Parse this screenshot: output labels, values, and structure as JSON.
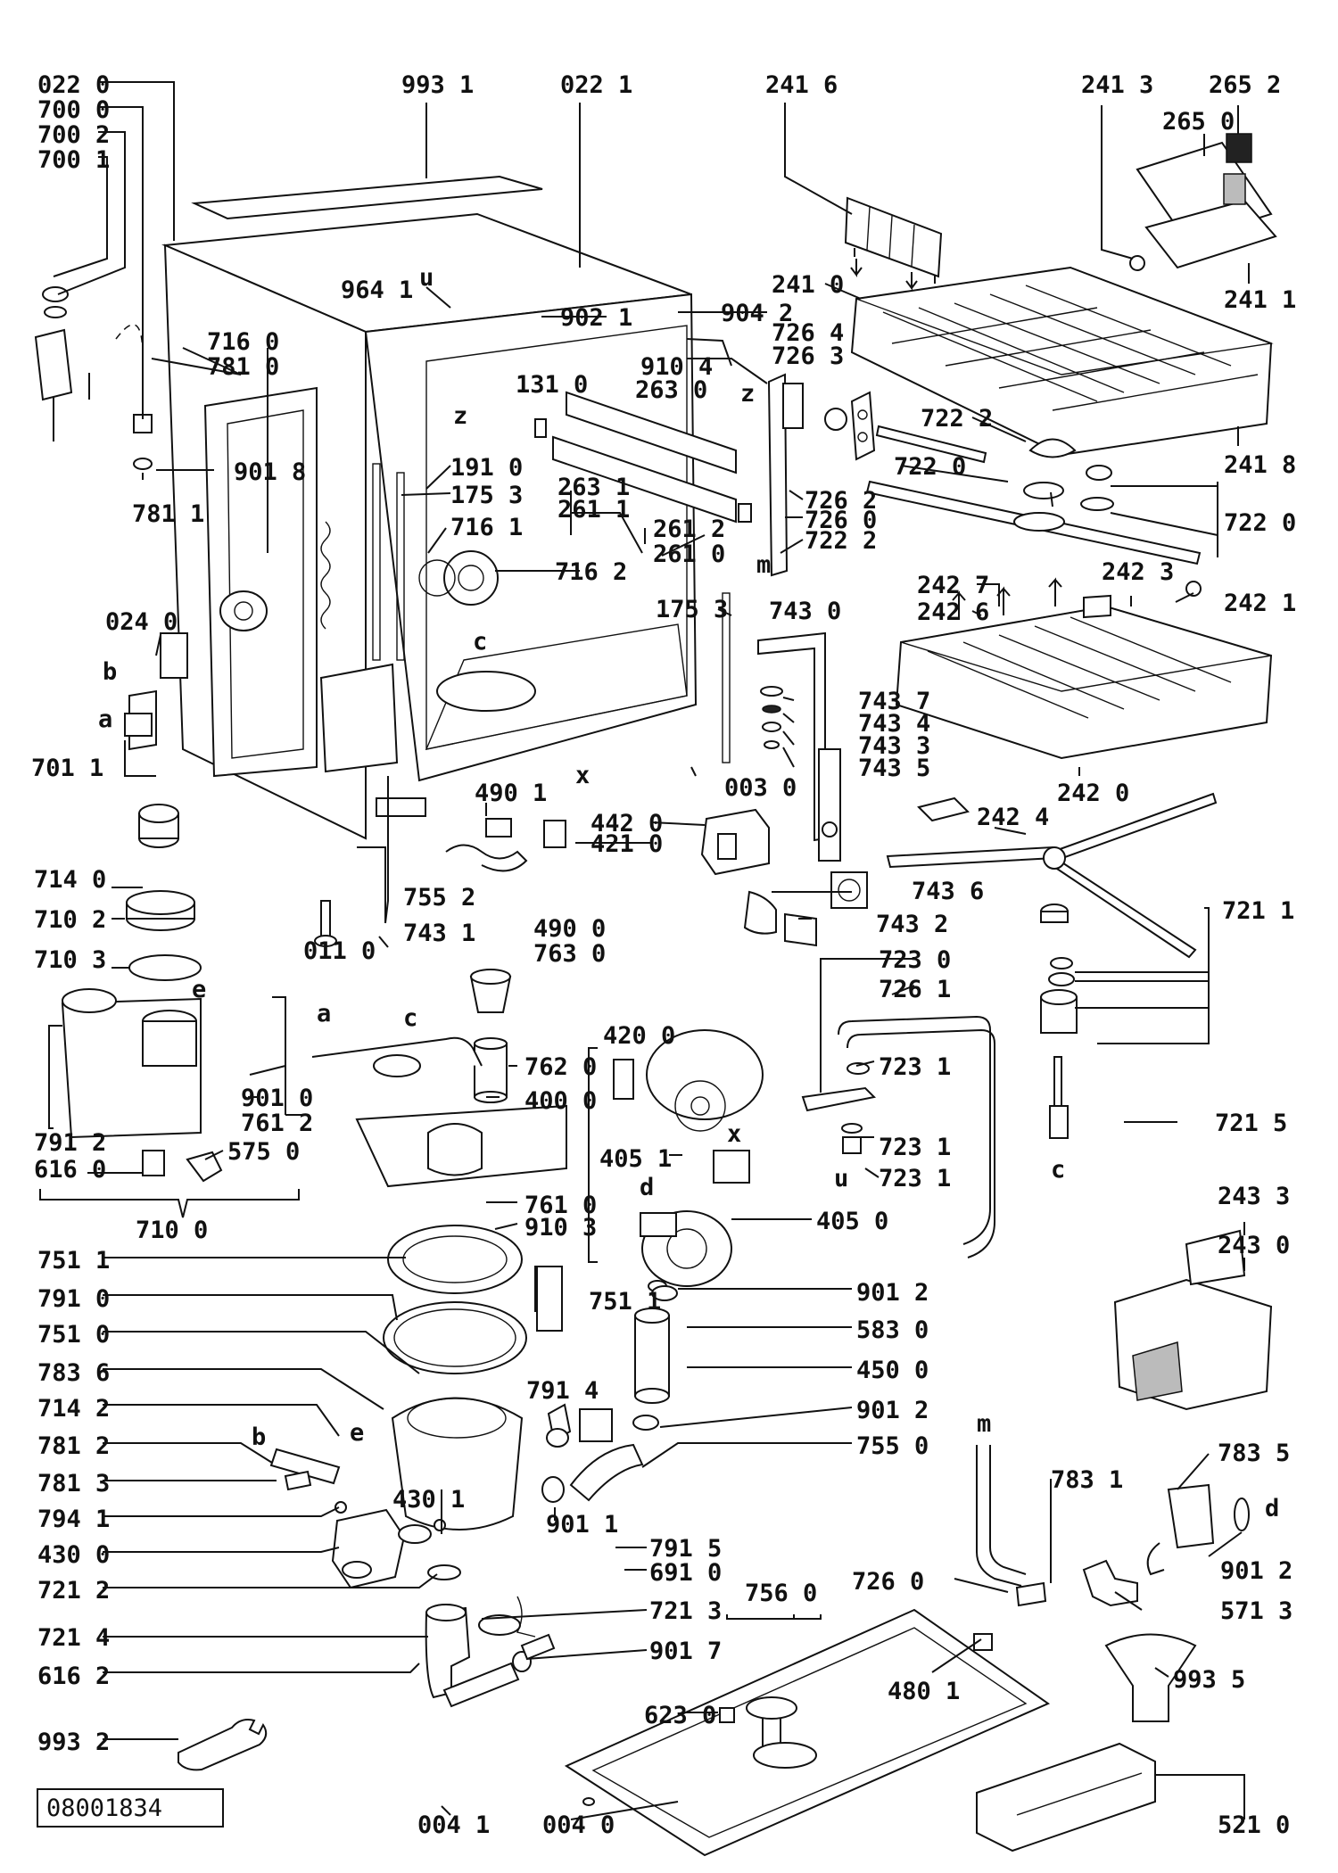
{
  "doc_number": "08001834",
  "labels": [
    {
      "id": "l0220a",
      "text": "022 0"
    },
    {
      "id": "l7000",
      "text": "700 0"
    },
    {
      "id": "l7002",
      "text": "700 2"
    },
    {
      "id": "l7001",
      "text": "700 1"
    },
    {
      "id": "l9931",
      "text": "993 1"
    },
    {
      "id": "l0221",
      "text": "022 1"
    },
    {
      "id": "l2416",
      "text": "241 6"
    },
    {
      "id": "l2413",
      "text": "241 3"
    },
    {
      "id": "l2652",
      "text": "265 2"
    },
    {
      "id": "l2650",
      "text": "265 0"
    },
    {
      "id": "l2410",
      "text": "241 0"
    },
    {
      "id": "l2411",
      "text": "241 1"
    },
    {
      "id": "l2418",
      "text": "241 8"
    },
    {
      "id": "l9641",
      "text": "964 1"
    },
    {
      "id": "l9022",
      "text": "902 1"
    },
    {
      "id": "l9042",
      "text": "904 2"
    },
    {
      "id": "l7264",
      "text": "726 4"
    },
    {
      "id": "l7263",
      "text": "726 3"
    },
    {
      "id": "l9104",
      "text": "910 4"
    },
    {
      "id": "l2630",
      "text": "263 0"
    },
    {
      "id": "l1310",
      "text": "131 0"
    },
    {
      "id": "l7160",
      "text": "716 0"
    },
    {
      "id": "l7810",
      "text": "781 0"
    },
    {
      "id": "l9018",
      "text": "901 8"
    },
    {
      "id": "l7811",
      "text": "781 1"
    },
    {
      "id": "l1910",
      "text": "191 0"
    },
    {
      "id": "l1753a",
      "text": "175 3"
    },
    {
      "id": "l7161",
      "text": "716 1"
    },
    {
      "id": "l7162",
      "text": "716 2"
    },
    {
      "id": "l2631",
      "text": "263 1"
    },
    {
      "id": "l2611",
      "text": "261 1"
    },
    {
      "id": "l2612",
      "text": "261 2"
    },
    {
      "id": "l2610",
      "text": "261 0"
    },
    {
      "id": "l7262",
      "text": "726 2"
    },
    {
      "id": "l7260a",
      "text": "726 0"
    },
    {
      "id": "l7222a",
      "text": "722 2"
    },
    {
      "id": "l7222b",
      "text": "722 2"
    },
    {
      "id": "l7220a",
      "text": "722 0"
    },
    {
      "id": "l7220b",
      "text": "722 0"
    },
    {
      "id": "l0240",
      "text": "024 0"
    },
    {
      "id": "l1753b",
      "text": "175 3"
    },
    {
      "id": "l7430",
      "text": "743 0"
    },
    {
      "id": "l2427",
      "text": "242 7"
    },
    {
      "id": "l2426",
      "text": "242 6"
    },
    {
      "id": "l2423",
      "text": "242 3"
    },
    {
      "id": "l2421",
      "text": "242 1"
    },
    {
      "id": "l7437",
      "text": "743 7"
    },
    {
      "id": "l7434",
      "text": "743 4"
    },
    {
      "id": "l7433",
      "text": "743 3"
    },
    {
      "id": "l7435",
      "text": "743 5"
    },
    {
      "id": "l7011",
      "text": "701 1"
    },
    {
      "id": "l0030",
      "text": "003 0"
    },
    {
      "id": "l2420",
      "text": "242 0"
    },
    {
      "id": "l4901",
      "text": "490 1"
    },
    {
      "id": "l4420",
      "text": "442 0"
    },
    {
      "id": "l4210",
      "text": "421 0"
    },
    {
      "id": "l2424",
      "text": "242 4"
    },
    {
      "id": "l7140",
      "text": "714 0"
    },
    {
      "id": "l7552",
      "text": "755 2"
    },
    {
      "id": "l7431",
      "text": "743 1"
    },
    {
      "id": "l7436",
      "text": "743 6"
    },
    {
      "id": "l7102",
      "text": "710 2"
    },
    {
      "id": "l0110",
      "text": "011 0"
    },
    {
      "id": "l4900",
      "text": "490 0"
    },
    {
      "id": "l7630",
      "text": "763 0"
    },
    {
      "id": "l7432",
      "text": "743 2"
    },
    {
      "id": "l7211",
      "text": "721 1"
    },
    {
      "id": "l7103",
      "text": "710 3"
    },
    {
      "id": "l7230",
      "text": "723 0"
    },
    {
      "id": "l7261",
      "text": "726 1"
    },
    {
      "id": "l4200",
      "text": "420 0"
    },
    {
      "id": "l7620",
      "text": "762 0"
    },
    {
      "id": "l7231a",
      "text": "723 1"
    },
    {
      "id": "l9010",
      "text": "901 0"
    },
    {
      "id": "l4000",
      "text": "400 0"
    },
    {
      "id": "l7612",
      "text": "761 2"
    },
    {
      "id": "l7912",
      "text": "791 2"
    },
    {
      "id": "l7231b",
      "text": "723 1"
    },
    {
      "id": "l7215",
      "text": "721 5"
    },
    {
      "id": "l6160",
      "text": "616 0"
    },
    {
      "id": "l5750",
      "text": "575 0"
    },
    {
      "id": "l4051",
      "text": "405 1"
    },
    {
      "id": "l7231c",
      "text": "723 1"
    },
    {
      "id": "l7100",
      "text": "710 0"
    },
    {
      "id": "l7610",
      "text": "761 0"
    },
    {
      "id": "l2433",
      "text": "243 3"
    },
    {
      "id": "l9103",
      "text": "910 3"
    },
    {
      "id": "l4050",
      "text": "405 0"
    },
    {
      "id": "l2430",
      "text": "243 0"
    },
    {
      "id": "l7511a",
      "text": "751 1"
    },
    {
      "id": "l7511b",
      "text": "751 1"
    },
    {
      "id": "l7910",
      "text": "791 0"
    },
    {
      "id": "l9012a",
      "text": "901 2"
    },
    {
      "id": "l7510",
      "text": "751 0"
    },
    {
      "id": "l5830",
      "text": "583 0"
    },
    {
      "id": "l7836",
      "text": "783 6"
    },
    {
      "id": "l4500",
      "text": "450 0"
    },
    {
      "id": "l7142",
      "text": "714 2"
    },
    {
      "id": "l7914",
      "text": "791 4"
    },
    {
      "id": "l9012b",
      "text": "901 2"
    },
    {
      "id": "l7812",
      "text": "781 2"
    },
    {
      "id": "l7550",
      "text": "755 0"
    },
    {
      "id": "l7835",
      "text": "783 5"
    },
    {
      "id": "l7813",
      "text": "781 3"
    },
    {
      "id": "l4301",
      "text": "430 1"
    },
    {
      "id": "l7831",
      "text": "783 1"
    },
    {
      "id": "l7941",
      "text": "794 1"
    },
    {
      "id": "l9011",
      "text": "901 1"
    },
    {
      "id": "l4300",
      "text": "430 0"
    },
    {
      "id": "l7915",
      "text": "791 5"
    },
    {
      "id": "l9012c",
      "text": "901 2"
    },
    {
      "id": "l6910",
      "text": "691 0"
    },
    {
      "id": "l7212",
      "text": "721 2"
    },
    {
      "id": "l7213",
      "text": "721 3"
    },
    {
      "id": "l7260b",
      "text": "726 0"
    },
    {
      "id": "l5713",
      "text": "571 3"
    },
    {
      "id": "l7560",
      "text": "756 0"
    },
    {
      "id": "l7214",
      "text": "721 4"
    },
    {
      "id": "l9017",
      "text": "901 7"
    },
    {
      "id": "l6162",
      "text": "616 2"
    },
    {
      "id": "l4801",
      "text": "480 1"
    },
    {
      "id": "l9935",
      "text": "993 5"
    },
    {
      "id": "l6230",
      "text": "623 0"
    },
    {
      "id": "l9932",
      "text": "993 2"
    },
    {
      "id": "l0041",
      "text": "004 1"
    },
    {
      "id": "l0040",
      "text": "004 0"
    },
    {
      "id": "l5210",
      "text": "521 0"
    }
  ],
  "markers": [
    {
      "id": "m_u1",
      "text": "u"
    },
    {
      "id": "m_z1",
      "text": "z"
    },
    {
      "id": "m_z2",
      "text": "z"
    },
    {
      "id": "m_b1",
      "text": "b"
    },
    {
      "id": "m_a1",
      "text": "a"
    },
    {
      "id": "m_c1",
      "text": "c"
    },
    {
      "id": "m_x1",
      "text": "x"
    },
    {
      "id": "m_e1",
      "text": "e"
    },
    {
      "id": "m_a2",
      "text": "a"
    },
    {
      "id": "m_c2",
      "text": "c"
    },
    {
      "id": "m_d1",
      "text": "d"
    },
    {
      "id": "m_x2",
      "text": "x"
    },
    {
      "id": "m_u2",
      "text": "u"
    },
    {
      "id": "m_c3",
      "text": "c"
    },
    {
      "id": "m_m1",
      "text": "m"
    },
    {
      "id": "m_b2",
      "text": "b"
    },
    {
      "id": "m_e2",
      "text": "e"
    },
    {
      "id": "m_m2",
      "text": "m"
    },
    {
      "id": "m_d2",
      "text": "d"
    }
  ]
}
